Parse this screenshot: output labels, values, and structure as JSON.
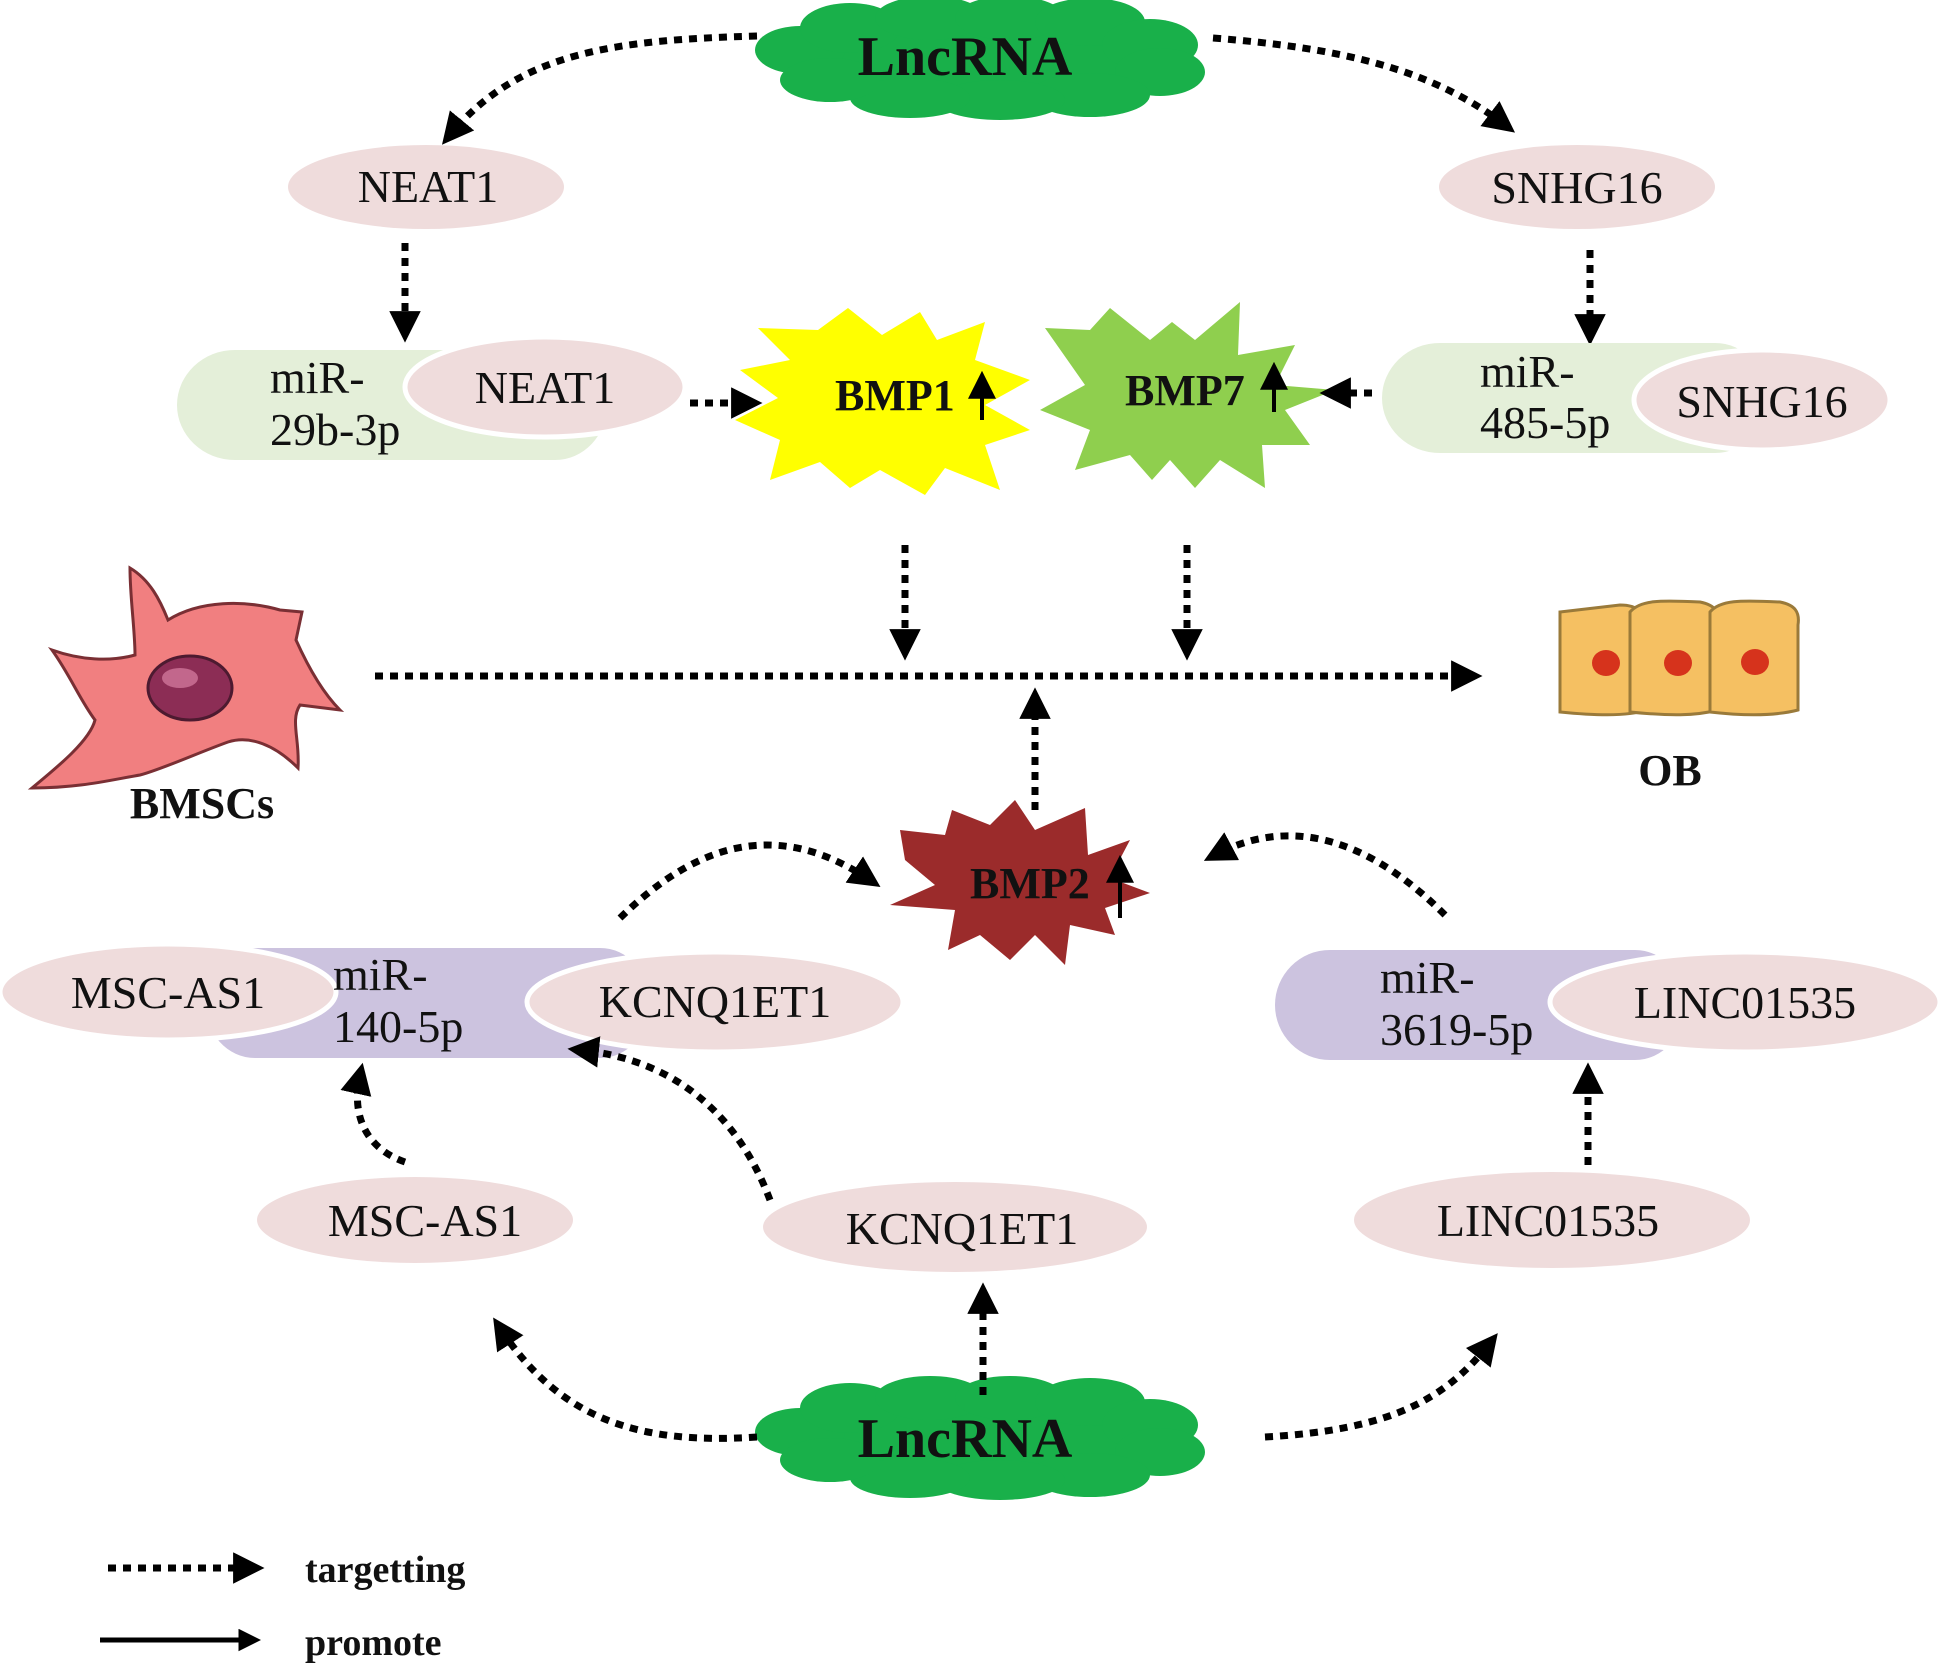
{
  "lncrna": {
    "top": "LncRNA",
    "bottom": "LncRNA"
  },
  "top_left": {
    "lnc": "NEAT1",
    "mir_line1": "miR-",
    "mir_line2": "29b-3p",
    "bound": "NEAT1"
  },
  "top_right": {
    "lnc": "SNHG16",
    "mir_line1": "miR-",
    "mir_line2": "485-5p",
    "bound": "SNHG16"
  },
  "bmp": {
    "bmp1": "BMP1",
    "bmp7": "BMP7",
    "bmp2": "BMP2"
  },
  "cells": {
    "bmsc": "BMSCs",
    "ob": "OB"
  },
  "bottom_left": {
    "mir_line1": "miR-",
    "mir_line2": "140-5p",
    "bound_left": "MSC-AS1",
    "bound_right": "KCNQ1ET1",
    "lnc_left": "MSC-AS1",
    "lnc_right": "KCNQ1ET1"
  },
  "bottom_right": {
    "mir_line1": "miR-",
    "mir_line2": "3619-5p",
    "bound": "LINC01535",
    "lnc": "LINC01535"
  },
  "legend": {
    "targeting": "targetting",
    "promote": "promote"
  },
  "colors": {
    "lncrna_cloud": "#19b04a",
    "lnc_ellipse": "#efdcdc",
    "mir_green": "#e4efd9",
    "mir_purple": "#ccc3df",
    "bmp1": "#ffff00",
    "bmp7": "#8fcf4e",
    "bmp2": "#9b2b2b",
    "cell_pink": "#f17f80",
    "nucleus": "#8c2d55",
    "ob_cell": "#f5c062",
    "ob_nucleus": "#d6331c"
  }
}
